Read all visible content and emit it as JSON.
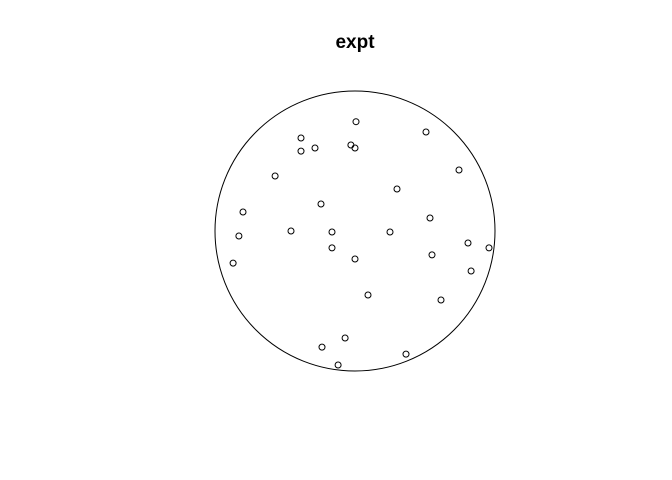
{
  "chart_data": {
    "type": "scatter",
    "title": "expt",
    "window": "circular",
    "xlim": [
      -1,
      1
    ],
    "ylim": [
      -1,
      1
    ],
    "grid": false,
    "axes": false,
    "points": [
      {
        "x": 0.007,
        "y": 0.781
      },
      {
        "x": 0.507,
        "y": 0.707
      },
      {
        "x": -0.386,
        "y": 0.664
      },
      {
        "x": -0.286,
        "y": 0.593
      },
      {
        "x": -0.386,
        "y": 0.571
      },
      {
        "x": -0.029,
        "y": 0.614
      },
      {
        "x": 0.0,
        "y": 0.593
      },
      {
        "x": 0.743,
        "y": 0.436
      },
      {
        "x": -0.571,
        "y": 0.393
      },
      {
        "x": 0.3,
        "y": 0.3
      },
      {
        "x": -0.243,
        "y": 0.193
      },
      {
        "x": -0.8,
        "y": 0.136
      },
      {
        "x": 0.536,
        "y": 0.093
      },
      {
        "x": -0.457,
        "y": 0.0
      },
      {
        "x": -0.164,
        "y": -0.007
      },
      {
        "x": 0.25,
        "y": -0.007
      },
      {
        "x": -0.829,
        "y": -0.036
      },
      {
        "x": 0.807,
        "y": -0.086
      },
      {
        "x": 0.957,
        "y": -0.121
      },
      {
        "x": -0.164,
        "y": -0.121
      },
      {
        "x": 0.55,
        "y": -0.171
      },
      {
        "x": 0.0,
        "y": -0.2
      },
      {
        "x": -0.871,
        "y": -0.229
      },
      {
        "x": 0.829,
        "y": -0.286
      },
      {
        "x": 0.093,
        "y": -0.457
      },
      {
        "x": 0.614,
        "y": -0.493
      },
      {
        "x": -0.071,
        "y": -0.764
      },
      {
        "x": -0.236,
        "y": -0.829
      },
      {
        "x": 0.364,
        "y": -0.879
      },
      {
        "x": -0.121,
        "y": -0.957
      }
    ],
    "colors": {
      "stroke": "#000000",
      "background": "#ffffff"
    }
  }
}
